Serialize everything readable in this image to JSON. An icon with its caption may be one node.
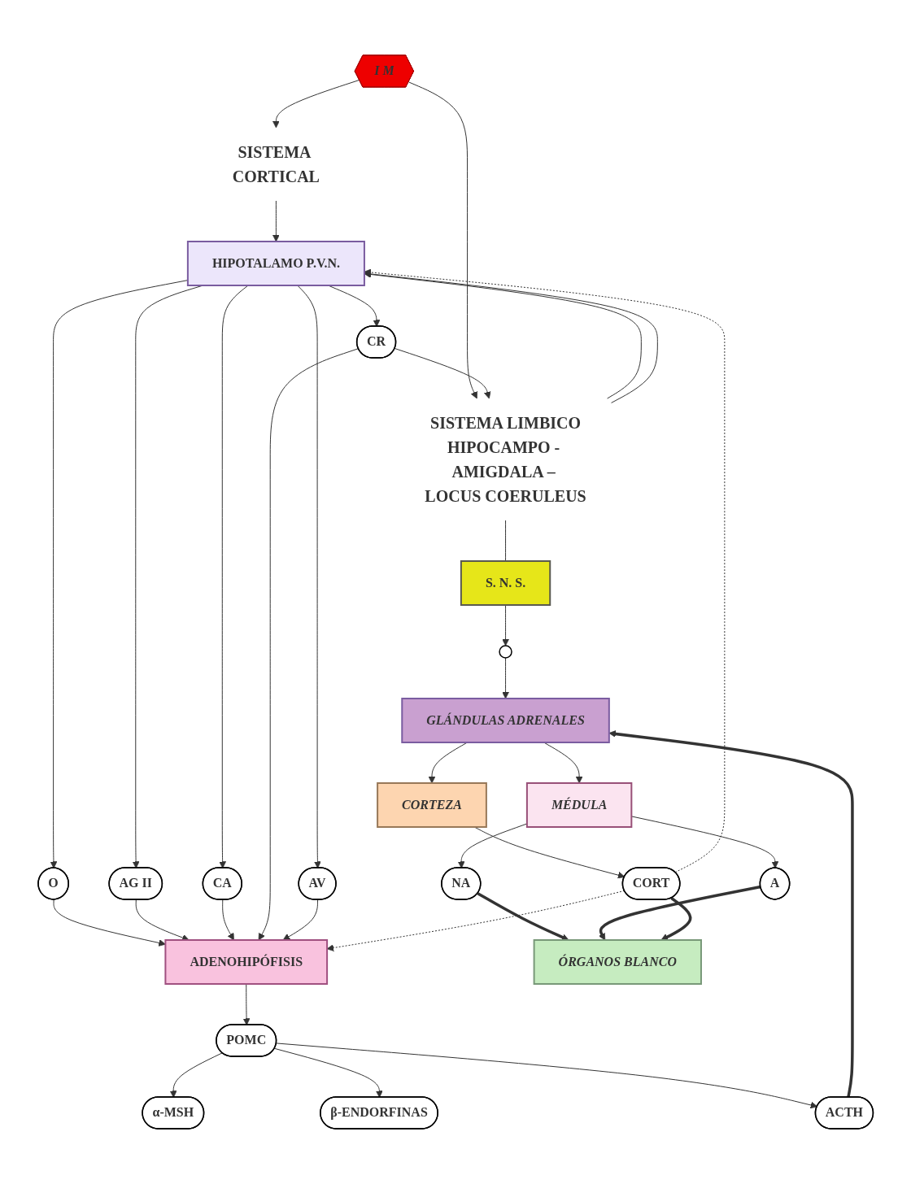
{
  "diagram": {
    "nodes": [
      {
        "text": [
          "I M"
        ]
      },
      {
        "text": [
          "SISTEMA CORTICAL"
        ]
      },
      {
        "text": [
          "SISTEMA LIMBICO",
          "HIPOCAMPO - AMIGDALA – LOCUS COERULEUS"
        ]
      },
      {
        "text": [
          "S. N. S."
        ]
      },
      {
        "text": [
          "HIPOTALAMO P.V.N."
        ]
      },
      {
        "text": [
          "CR"
        ]
      },
      {
        "text": [
          "O"
        ]
      },
      {
        "text": [
          "AG II"
        ]
      },
      {
        "text": [
          "CA"
        ]
      },
      {
        "text": [
          "AV"
        ]
      },
      {
        "text": [
          "ADENOHIPÓFISIS"
        ]
      },
      {
        "text": [],
        "shape": "circle"
      },
      {
        "text": [
          "POMC"
        ]
      },
      {
        "text": [
          "α-MSH"
        ]
      },
      {
        "text": [
          "β-ENDORFINAS"
        ]
      },
      {
        "text": [
          "ACTH"
        ]
      },
      {
        "text": [
          "GLÁNDULAS ADRENALES"
        ]
      },
      {
        "text": [
          "CORTEZA"
        ]
      },
      {
        "text": [
          "MÉDULA"
        ]
      },
      {
        "text": [
          "NA"
        ]
      },
      {
        "text": [
          "ÓRGANOS BLANCO"
        ]
      },
      {
        "text": [
          "A"
        ]
      },
      {
        "text": [
          "CORT"
        ]
      }
    ],
    "edges": [
      {
        "from": 0,
        "to": 1,
        "arrow": "to"
      },
      {
        "from": 0,
        "to": 2,
        "arrow": "to"
      },
      {
        "from": 1,
        "to": 4,
        "arrow": "to"
      },
      {
        "from": 2,
        "to": 4,
        "arrow": "to"
      },
      {
        "from": 2,
        "to": 4,
        "arrow": "to"
      },
      {
        "from": 5,
        "to": 2,
        "arrow": "to"
      },
      {
        "from": 2,
        "to": 3,
        "arrow": "none"
      },
      {
        "from": 3,
        "to": 11,
        "arrow": "to"
      },
      {
        "from": 4,
        "to": 5,
        "arrow": "to"
      },
      {
        "from": 4,
        "to": 6,
        "arrow": "to"
      },
      {
        "from": 4,
        "to": 7,
        "arrow": "to"
      },
      {
        "from": 4,
        "to": 8,
        "arrow": "to"
      },
      {
        "from": 4,
        "to": 9,
        "arrow": "to"
      },
      {
        "from": 6,
        "to": 10,
        "arrow": "to"
      },
      {
        "from": 7,
        "to": 10,
        "arrow": "to"
      },
      {
        "from": 8,
        "to": 10,
        "arrow": "to"
      },
      {
        "from": 5,
        "to": 10,
        "arrow": "to"
      },
      {
        "from": 9,
        "to": 10,
        "arrow": "to"
      },
      {
        "from": 22,
        "to": 4,
        "arrow": "to",
        "style": "dashed"
      },
      {
        "from": 22,
        "to": 10,
        "arrow": "to",
        "style": "dashed"
      },
      {
        "from": 10,
        "to": 12,
        "arrow": "to"
      },
      {
        "from": 12,
        "to": 13,
        "arrow": "to"
      },
      {
        "from": 12,
        "to": 14,
        "arrow": "to"
      },
      {
        "from": 12,
        "to": 15,
        "arrow": "to"
      },
      {
        "from": 15,
        "to": 16,
        "arrow": "to",
        "style": "thick"
      },
      {
        "from": 11,
        "to": 16,
        "arrow": "to"
      },
      {
        "from": 16,
        "to": 17,
        "arrow": "to"
      },
      {
        "from": 16,
        "to": 18,
        "arrow": "to"
      },
      {
        "from": 17,
        "to": 22,
        "arrow": "to"
      },
      {
        "from": 18,
        "to": 19,
        "arrow": "to"
      },
      {
        "from": 18,
        "to": 21,
        "arrow": "to"
      },
      {
        "from": 19,
        "to": 20,
        "arrow": "to",
        "style": "thick"
      },
      {
        "from": 21,
        "to": 20,
        "arrow": "to",
        "style": "thick"
      },
      {
        "from": 22,
        "to": 20,
        "arrow": "to",
        "style": "thick"
      }
    ]
  }
}
